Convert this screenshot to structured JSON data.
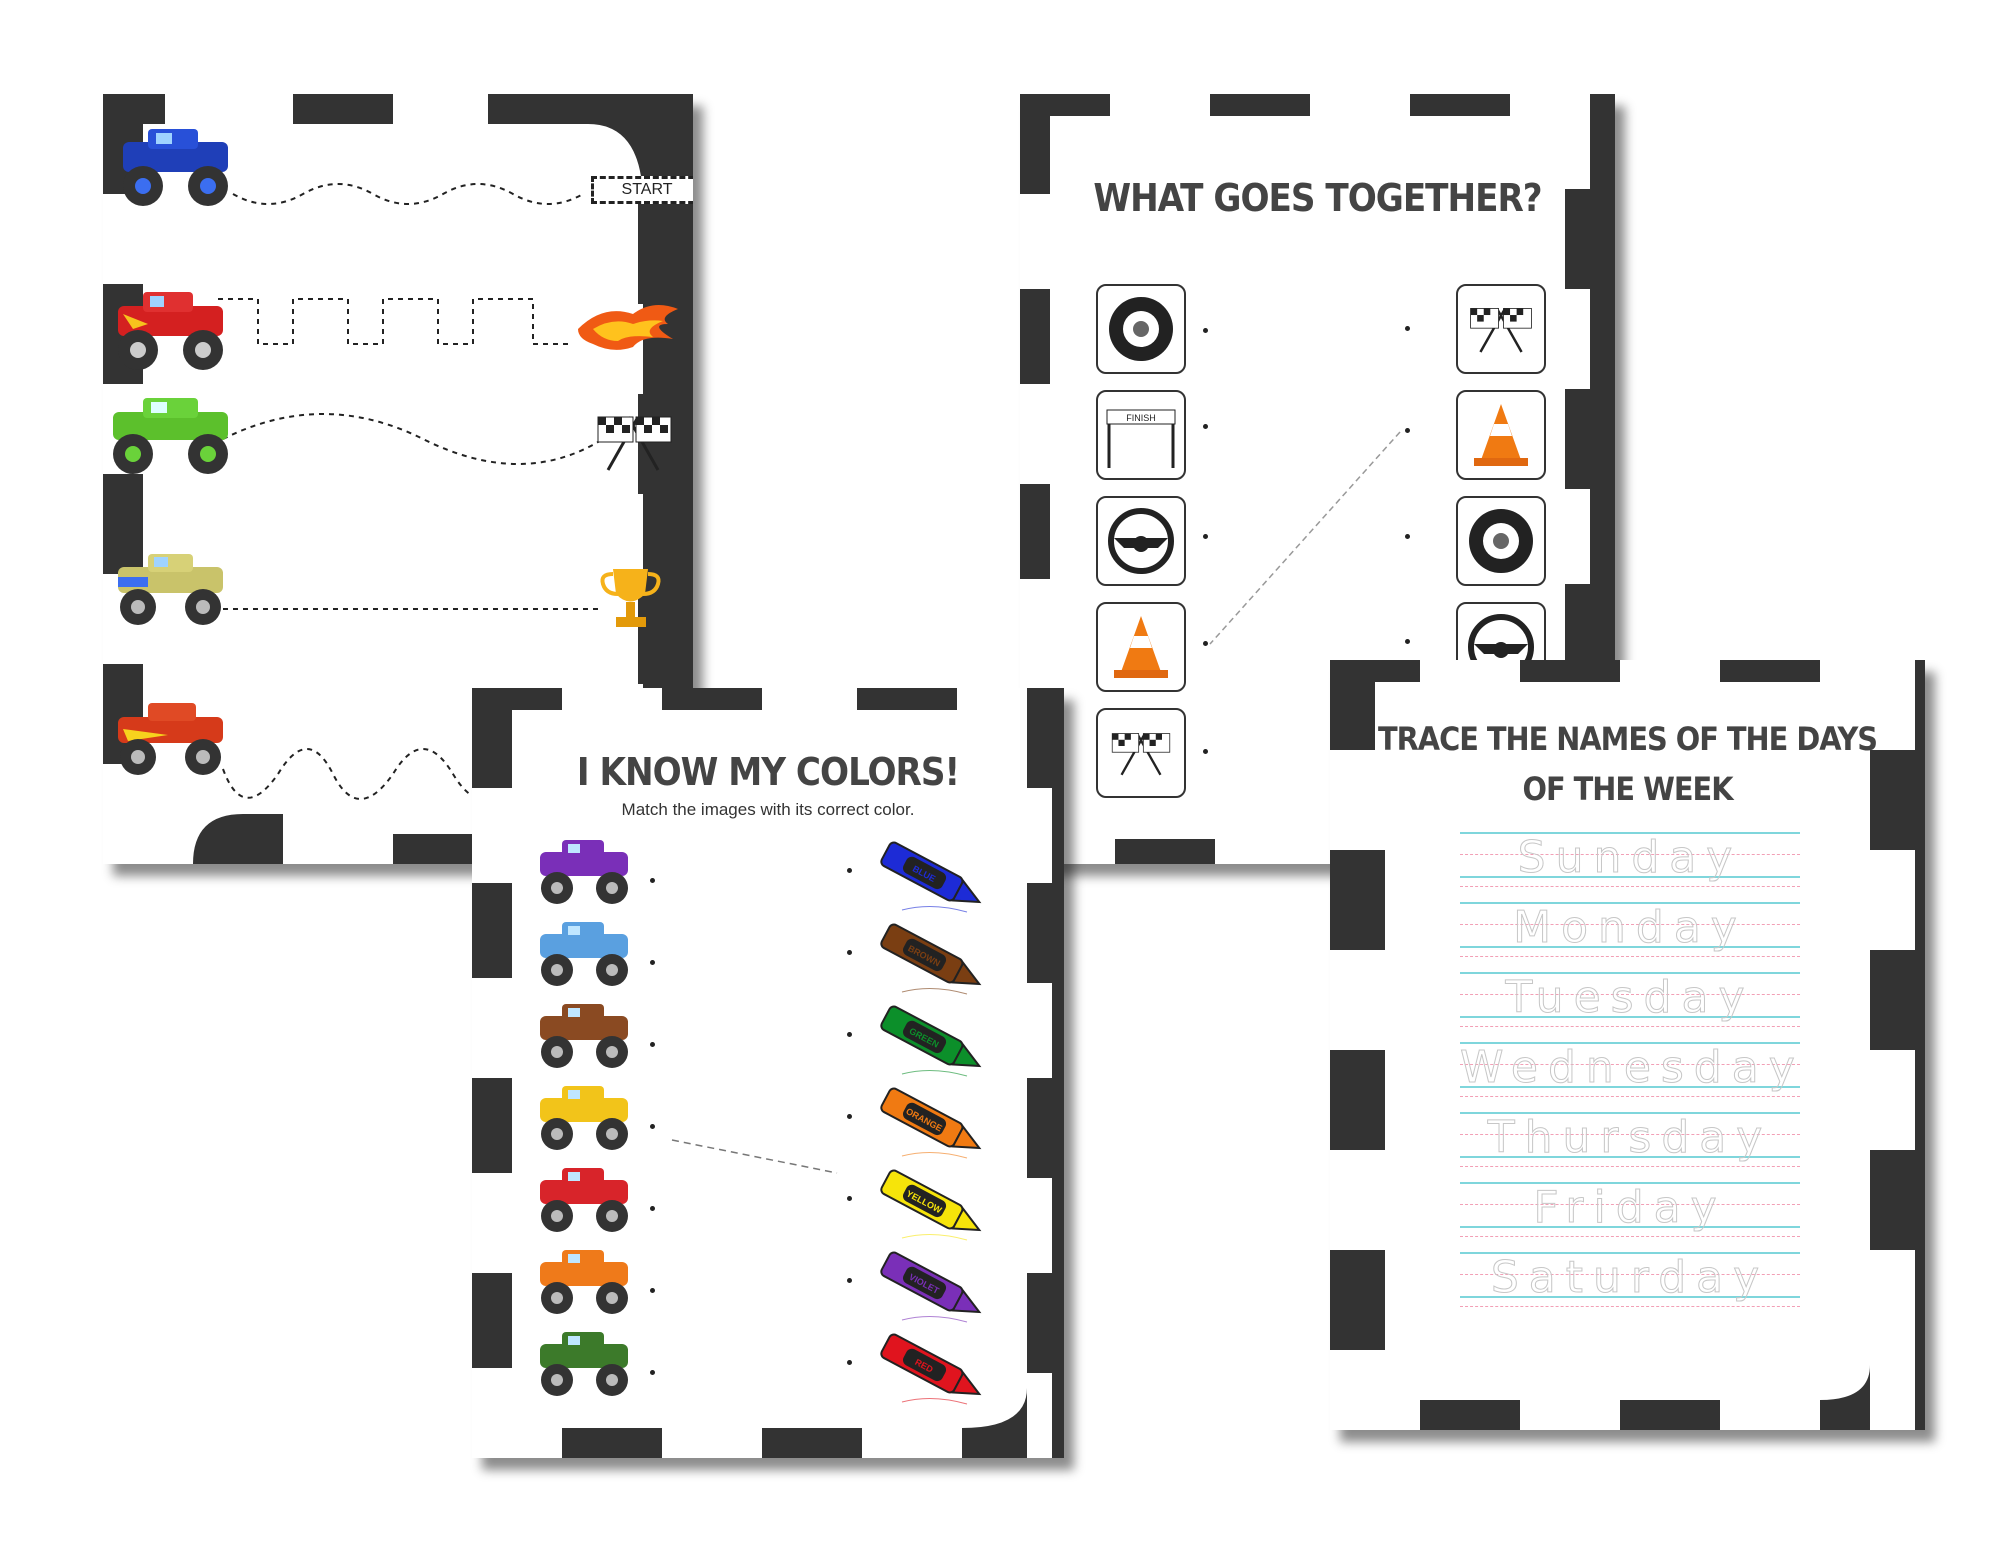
{
  "sheets": {
    "tracing": {
      "finish_tag": "START"
    },
    "matching": {
      "title": "WHAT GOES TOGETHER?",
      "left_icons": [
        "tire-icon",
        "finish-line-icon",
        "steering-wheel-icon",
        "traffic-cone-icon",
        "checkered-flags-icon"
      ],
      "right_icons": [
        "checkered-flags-icon",
        "traffic-cone-icon",
        "tire-icon",
        "steering-wheel-icon"
      ],
      "finish_banner": "FINISH"
    },
    "colors": {
      "title": "I KNOW MY COLORS!",
      "subtitle": "Match the images with its correct color.",
      "trucks": [
        "purple",
        "blue",
        "brown",
        "yellow",
        "red",
        "orange",
        "green"
      ],
      "crayons": [
        {
          "label": "BLUE",
          "color": "#1d2bd6"
        },
        {
          "label": "BROWN",
          "color": "#7a3e12"
        },
        {
          "label": "GREEN",
          "color": "#0c8f2a"
        },
        {
          "label": "ORANGE",
          "color": "#f07a12"
        },
        {
          "label": "YELLOW",
          "color": "#f6e40a"
        },
        {
          "label": "VIOLET",
          "color": "#7a2fb8"
        },
        {
          "label": "RED",
          "color": "#e0141e"
        }
      ]
    },
    "days": {
      "title_line1": "TRACE THE NAMES OF THE DAYS",
      "title_line2": "OF THE WEEK",
      "days": [
        "Sunday",
        "Monday",
        "Tuesday",
        "Wednesday",
        "Thursday",
        "Friday",
        "Saturday"
      ]
    }
  },
  "colors": {
    "checker_dark": "#333333",
    "shadow": "#555555",
    "guide_blue": "#7fd6dc",
    "guide_pink": "#f2a0b6"
  }
}
